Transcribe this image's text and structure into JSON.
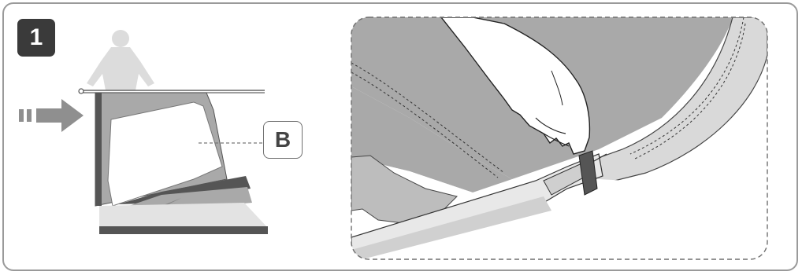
{
  "step": {
    "number": "1"
  },
  "callout": {
    "letter": "B"
  },
  "icons": {
    "left": [
      "person-silhouette-icon",
      "push-arrow-icon",
      "tent-panel-illustration"
    ],
    "right": [
      "hand-closeup-illustration",
      "pole-insertion-illustration"
    ]
  },
  "colors": {
    "frame_border": "#9a9a9a",
    "badge_bg": "#3a3a3a",
    "fabric_dark": "#8f8f8f",
    "fabric_mid": "#a9a9a9",
    "fabric_light": "#d9d9d9",
    "edge_dark": "#555555"
  }
}
